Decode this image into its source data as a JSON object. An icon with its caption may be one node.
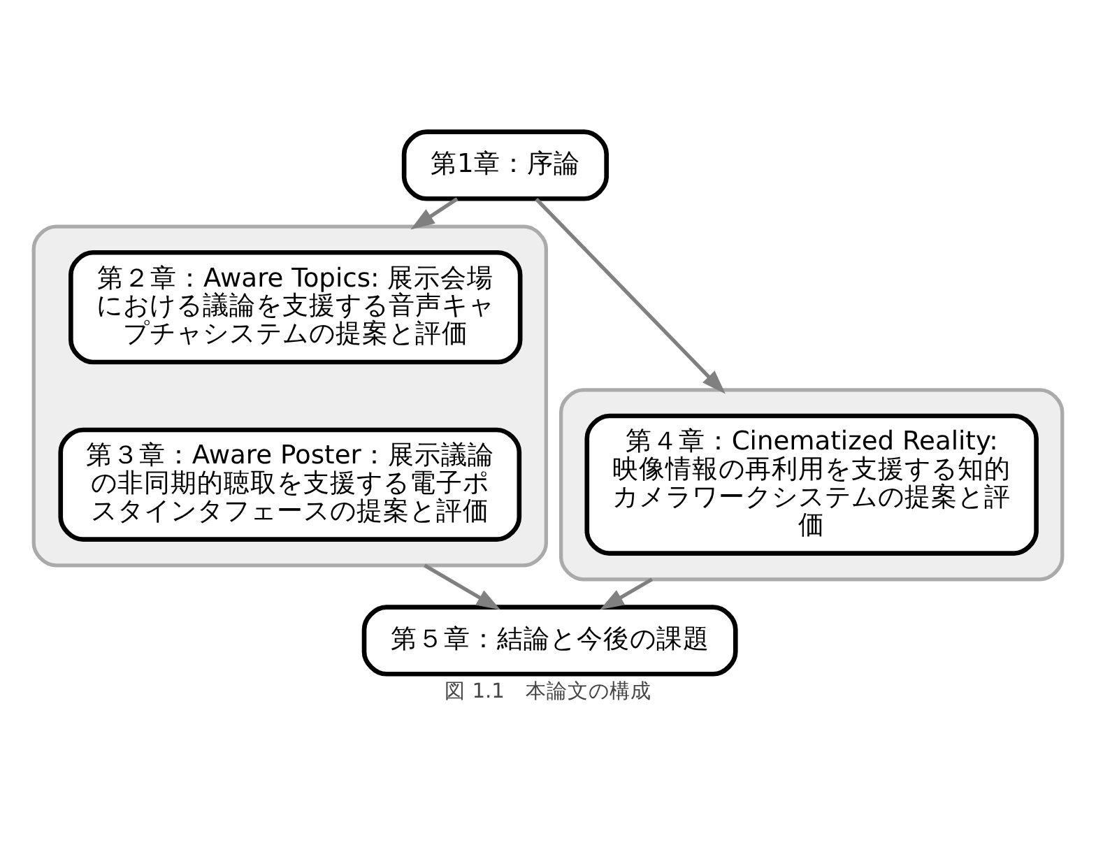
{
  "diagram": {
    "caption": "図 1.1　本論文の構成",
    "nodes": [
      {
        "text": [
          "第1章：序論"
        ]
      },
      {
        "text": [],
        "shape": "box"
      },
      {
        "text": [
          "第２章：Aware Topics: 展示会場における議論を支援する音声キャプチャシステムの提案と評価"
        ],
        "in": 1
      },
      {
        "text": [
          "第３章：Aware Poster：展示議論の非同期的聴取を支援する電子ポスタインタフェースの提案と評価"
        ],
        "in": 1
      },
      {
        "text": [],
        "shape": "box"
      },
      {
        "text": [
          "第４章：Cinematized Reality: 映像情報の再利用を支援する知的カメラワークシステムの提案と評価"
        ],
        "in": 4
      },
      {
        "text": [
          "第５章：結論と今後の課題"
        ]
      }
    ],
    "edges": [
      {
        "from": 0,
        "to": 1,
        "arrow": "to"
      },
      {
        "from": 0,
        "to": 4,
        "arrow": "to"
      },
      {
        "from": 1,
        "to": 6,
        "arrow": "to"
      },
      {
        "from": 4,
        "to": 6,
        "arrow": "to"
      }
    ]
  }
}
